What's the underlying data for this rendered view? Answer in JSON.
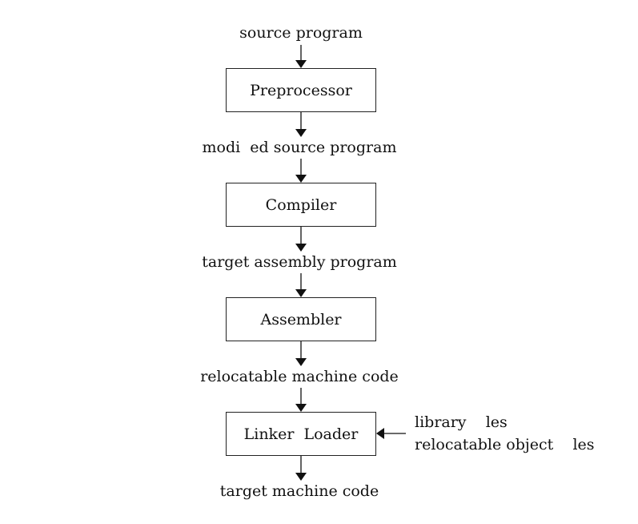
{
  "flow": {
    "input": "source program",
    "stages": [
      {
        "name": "Preprocessor",
        "output": "modi  ed source program"
      },
      {
        "name": "Compiler",
        "output": "target assembly program"
      },
      {
        "name": "Assembler",
        "output": "relocatable machine code"
      },
      {
        "name": "Linker  Loader",
        "output": "target machine code"
      }
    ],
    "linker_inputs": [
      "library    les",
      "relocatable object    les"
    ]
  }
}
